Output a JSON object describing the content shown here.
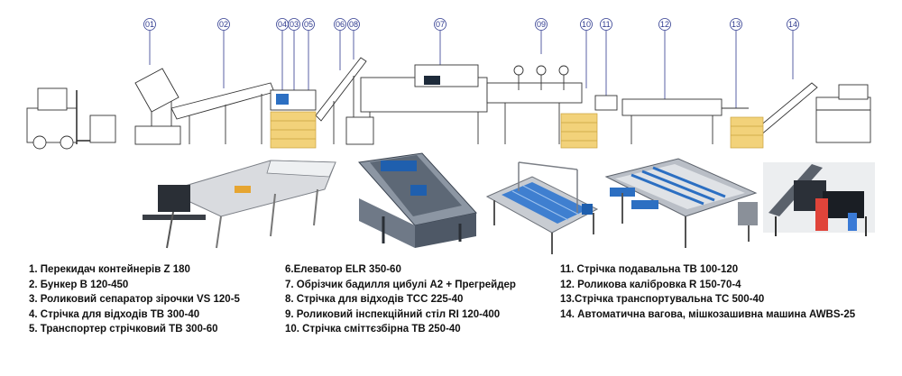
{
  "callouts": [
    "01",
    "02",
    "04",
    "03",
    "05",
    "06",
    "08",
    "07",
    "09",
    "10",
    "11",
    "12",
    "13",
    "14"
  ],
  "legend": {
    "col1": [
      "1. Перекидач контейнерів Z 180",
      "2. Бункер B 120-450",
      "3. Роликовий сепаратор зірочки VS 120-5",
      "4. Стрічка для відходів TB 300-40",
      "5. Транспортер стрічковий TB 300-60"
    ],
    "col2": [
      "6.Елеватор ELR 350-60",
      "7. Обрізчик бадилля цибулі A2 + Прегрейдер",
      "8. Стрічка для відходів TCC 225-40",
      "9. Роликовий інспекційний стіл RI 120-400",
      "10. Стрічка сміттєзбірна TB 250-40"
    ],
    "col3": [
      "11. Стрічка подавальна TB 100-120",
      "12. Роликова калібровка R 150-70-4",
      "13.Стрічка транспортувальна TC 500-40",
      "14. Автоматична вагова, мішкозашивна машина AWBS-25"
    ]
  },
  "colors": {
    "callout_line": "#2f3a8f",
    "outline": "#333333",
    "crate": "#f2d27a",
    "crate_line": "#c9a23e",
    "steel": "#c9ccd1",
    "blue": "#2c6fc2",
    "dark": "#1d2a3a"
  }
}
